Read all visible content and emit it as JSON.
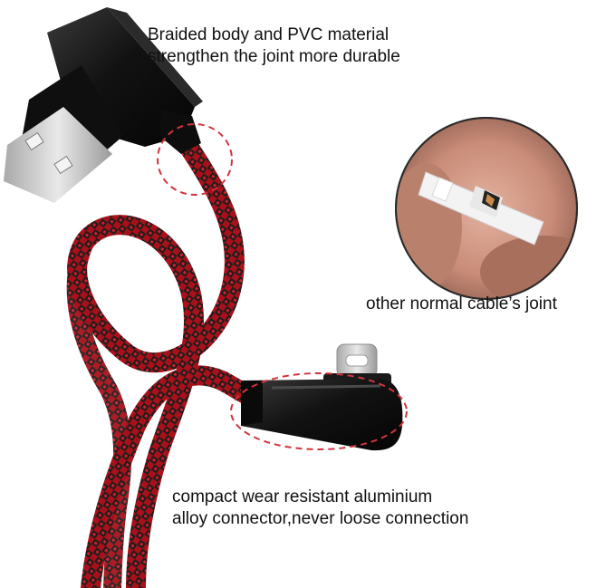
{
  "captions": {
    "top_line1": "Braided body and PVC material",
    "top_line2": "strengthen the joint more durable",
    "middle": "other normal cable’s joint",
    "bottom_line1": "compact wear resistant aluminium",
    "bottom_line2": "alloy connector,never loose connection"
  },
  "colors": {
    "braid_red": "#b3121b",
    "braid_dark": "#1a1a1a",
    "connector_black": "#151515",
    "usb_metal": "#cfcfcf",
    "dashed_highlight": "#d0343d",
    "background": "#ffffff"
  },
  "icons": {
    "usb_a_connector": "usb-a-connector-icon",
    "usb_c_connector": "usb-c-connector-icon",
    "frayed_cable_photo": "frayed-cable-icon"
  }
}
